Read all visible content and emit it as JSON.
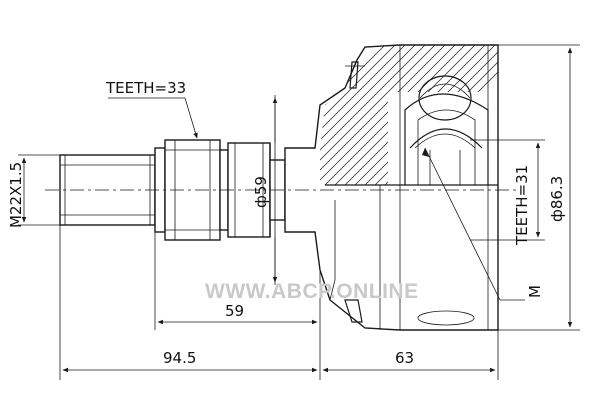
{
  "labels": {
    "teeth_outer": "TEETH=33",
    "teeth_inner": "TEETH=31",
    "thread": "M22X1.5",
    "diameter_shaft": "ф59",
    "diameter_housing": "ф86.3",
    "len_shaft": "59",
    "len_total_left": "94.5",
    "len_housing": "63",
    "marker": "M"
  },
  "watermark": "WWW.ABCP.ONLINE"
}
